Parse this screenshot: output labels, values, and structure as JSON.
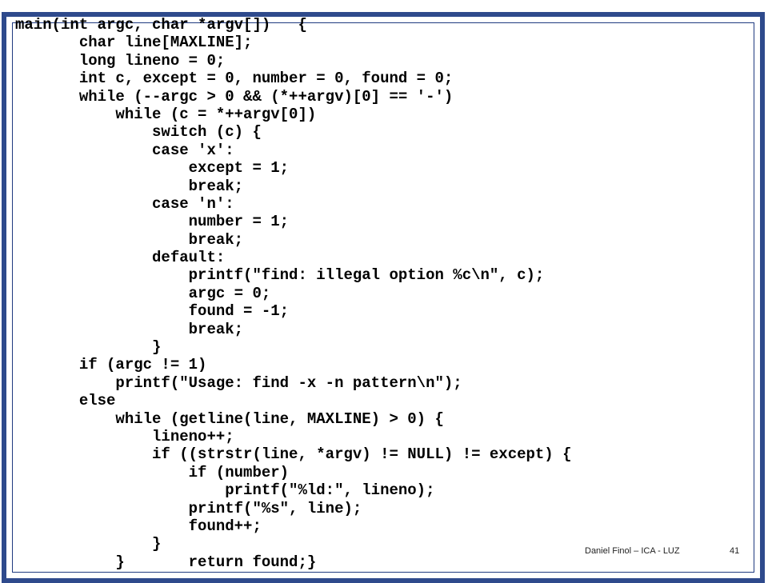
{
  "slide": {
    "code_lines": [
      "main(int argc, char *argv[])   {",
      "       char line[MAXLINE];",
      "       long lineno = 0;",
      "       int c, except = 0, number = 0, found = 0;",
      "       while (--argc > 0 && (*++argv)[0] == '-')",
      "           while (c = *++argv[0])",
      "               switch (c) {",
      "               case 'x':",
      "                   except = 1;",
      "                   break;",
      "               case 'n':",
      "                   number = 1;",
      "                   break;",
      "               default:",
      "                   printf(\"find: illegal option %c\\n\", c);",
      "                   argc = 0;",
      "                   found = -1;",
      "                   break;",
      "               }",
      "       if (argc != 1)",
      "           printf(\"Usage: find -x -n pattern\\n\");",
      "       else",
      "           while (getline(line, MAXLINE) > 0) {",
      "               lineno++;",
      "               if ((strstr(line, *argv) != NULL) != except) {",
      "                   if (number)",
      "                       printf(\"%ld:\", lineno);",
      "                   printf(\"%s\", line);",
      "                   found++;",
      "               }",
      "           }       return found;}"
    ],
    "footer": {
      "author": "Daniel Finol – ICA - LUZ",
      "page_number": "41"
    },
    "colors": {
      "frame_border": "#2e4a8c",
      "background": "#ffffff",
      "text": "#000000"
    }
  }
}
